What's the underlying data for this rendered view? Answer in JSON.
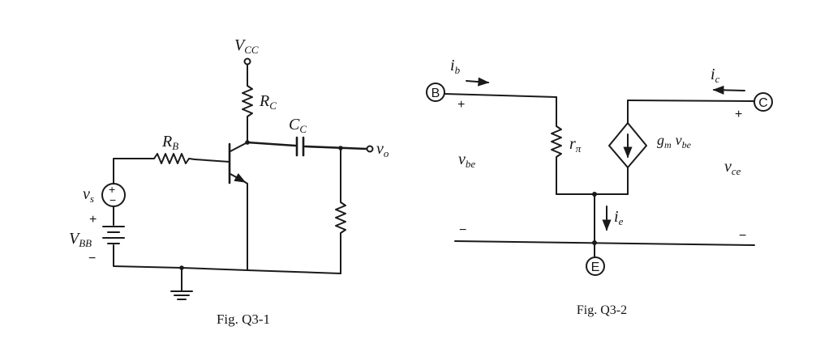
{
  "fig1": {
    "caption": "Fig. Q3-1",
    "vcc": "V",
    "vcc_sub": "CC",
    "rc": "R",
    "rc_sub": "C",
    "cc": "C",
    "cc_sub": "C",
    "vo": "v",
    "vo_sub": "o",
    "rb": "R",
    "rb_sub": "B",
    "vs": "v",
    "vs_sub": "s",
    "vbb": "V",
    "vbb_sub": "BB",
    "plus": "+",
    "minus": "−",
    "src_plus": "+",
    "src_minus": "−"
  },
  "fig2": {
    "caption": "Fig. Q3-2",
    "node_b": "B",
    "node_c": "C",
    "node_e": "E",
    "ib": "i",
    "ib_sub": "b",
    "ic": "i",
    "ic_sub": "c",
    "ie": "i",
    "ie_sub": "e",
    "rpi": "r",
    "rpi_sub": "π",
    "gm": "g",
    "gm_sub": "m",
    "gm_v": "v",
    "gm_v_sub": "be",
    "vbe": "v",
    "vbe_sub": "be",
    "vce": "v",
    "vce_sub": "ce",
    "plus_b": "+",
    "plus_c": "+",
    "minus_b": "−",
    "minus_c": "−"
  }
}
